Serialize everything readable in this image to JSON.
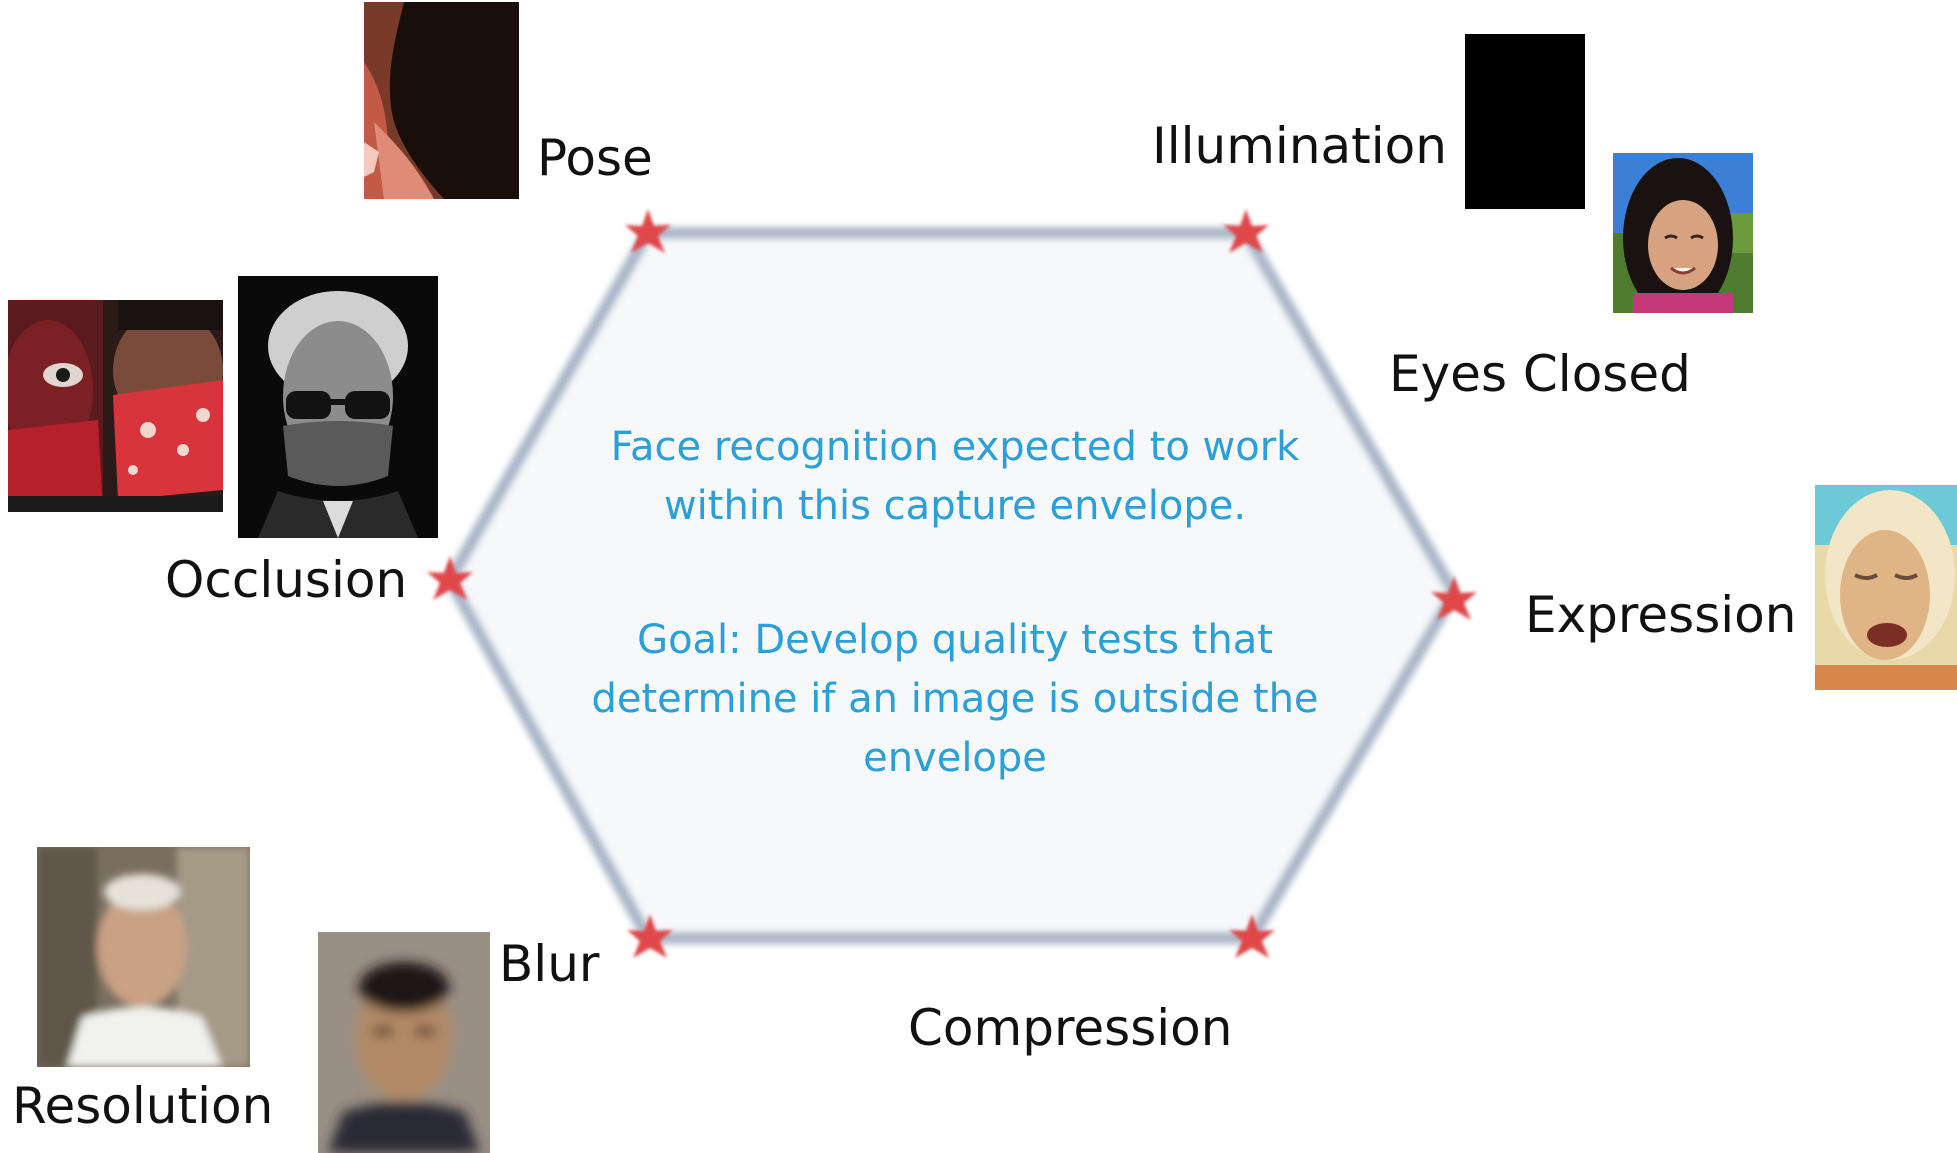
{
  "center": {
    "line1": "Face recognition expected to work",
    "line2": "within this capture envelope.",
    "goal_line1": "Goal: Develop quality tests that",
    "goal_line2": "determine if an image is outside the",
    "goal_line3": "envelope"
  },
  "labels": {
    "pose": "Pose",
    "illumination": "Illumination",
    "eyes_closed": "Eyes Closed",
    "occlusion": "Occlusion",
    "expression": "Expression",
    "blur": "Blur",
    "compression": "Compression",
    "resolution": "Resolution"
  },
  "colors": {
    "hexagon_fill": "#f6f8fa",
    "hexagon_stroke": "#a9b6c8",
    "vertex_marker": "#e0464a",
    "center_text": "#2a9fd8",
    "label_text": "#111111"
  },
  "photos": [
    {
      "name": "pose-photo"
    },
    {
      "name": "illumination-dark-photo"
    },
    {
      "name": "eyes-closed-photo"
    },
    {
      "name": "occlusion-bandana-photo"
    },
    {
      "name": "occlusion-mask-sunglasses-photo"
    },
    {
      "name": "expression-photo"
    },
    {
      "name": "resolution-photo"
    },
    {
      "name": "blur-photo"
    }
  ]
}
